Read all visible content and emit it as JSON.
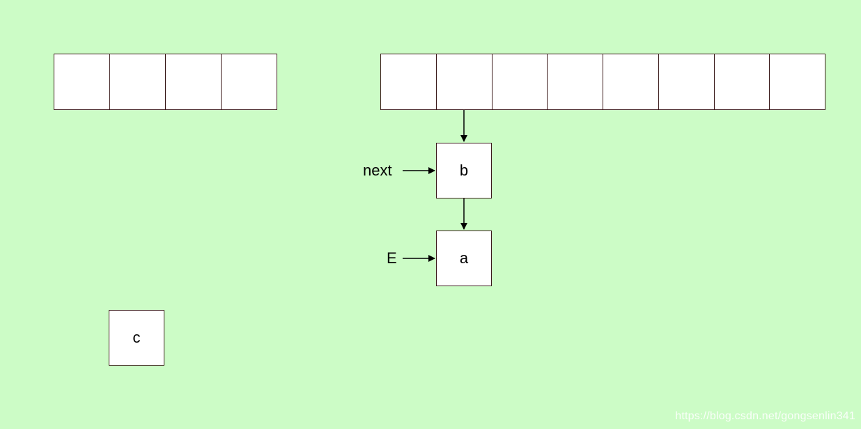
{
  "colors": {
    "background": "#ccfcc6",
    "cell_fill": "#ffffff",
    "border": "#3a1a1a",
    "arrow": "#000000"
  },
  "old_table": {
    "slots": 4
  },
  "new_table": {
    "slots": 8
  },
  "nodes": {
    "b": "b",
    "a": "a",
    "c": "c"
  },
  "pointers": {
    "next": "next",
    "e": "E"
  },
  "watermark": "https://blog.csdn.net/gongsenlin341"
}
